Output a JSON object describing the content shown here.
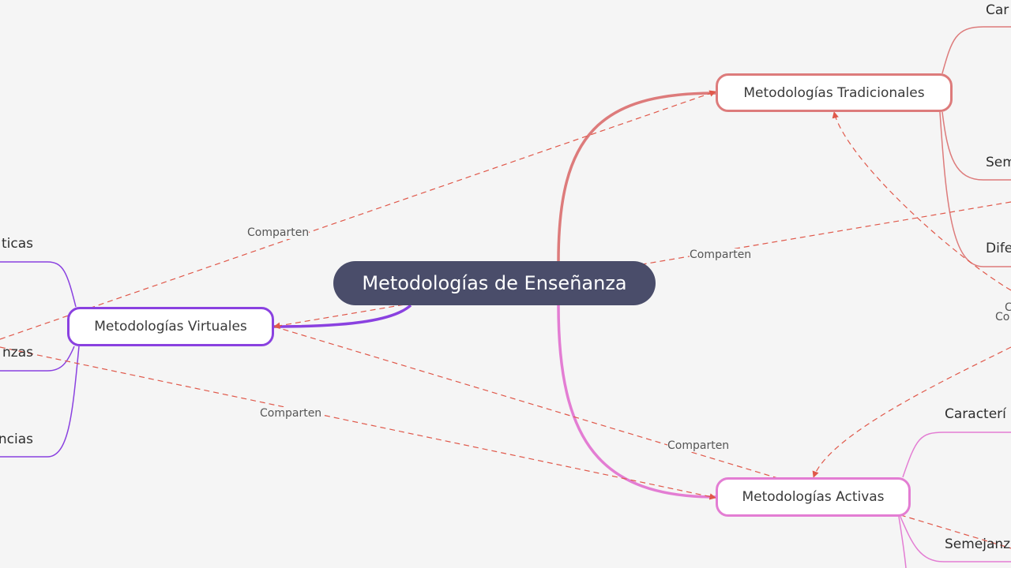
{
  "central": {
    "label": "Metodologías de Enseñanza"
  },
  "branches": {
    "tradicionales": "Metodologías Tradicionales",
    "virtuales": "Metodologías Virtuales",
    "activas": "Metodologías Activas"
  },
  "leaves": {
    "trad_1": "Car",
    "trad_2": "Sem",
    "trad_3": "Dife",
    "virt_1": "ticas",
    "virt_2": "nzas",
    "virt_3": "ncias",
    "act_1": "Caracterí",
    "act_2": "Semejanz"
  },
  "relations": {
    "r1": "Comparten",
    "r2": "Comparten",
    "r3": "Comparten",
    "r4": "Comparten",
    "r5": "C",
    "r6": "Co"
  },
  "colors": {
    "central": "#4a4d6a",
    "tradicionales": "#dd7b7b",
    "virtuales": "#8a41e0",
    "activas": "#e37dd3",
    "relation": "#e0584a",
    "background": "#f5f5f5"
  }
}
